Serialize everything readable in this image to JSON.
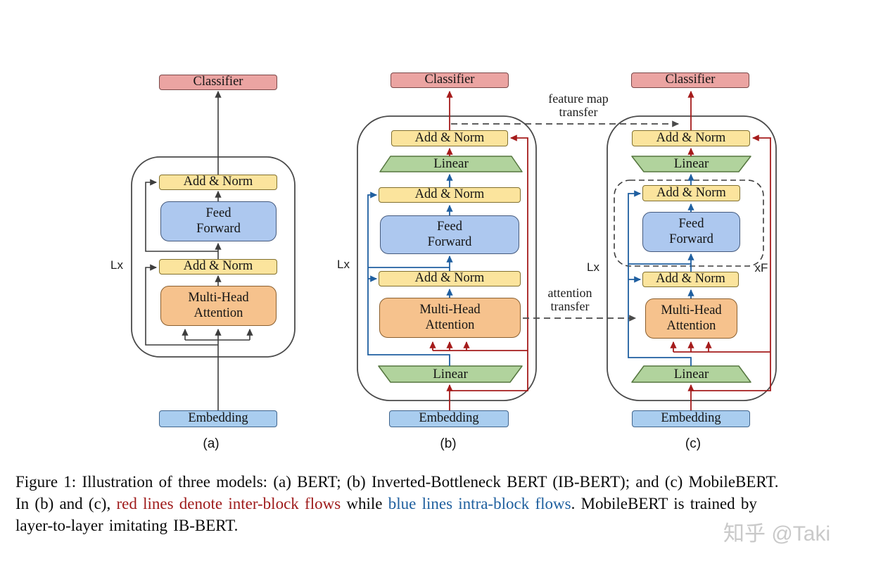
{
  "figure": {
    "panels": {
      "a": {
        "label": "(a)",
        "loop": "Lx",
        "classifier": "Classifier",
        "add_norm_top": "Add & Norm",
        "feed_forward": "Feed\nForward",
        "add_norm_bottom": "Add & Norm",
        "attention": "Multi-Head\nAttention",
        "embedding": "Embedding"
      },
      "b": {
        "label": "(b)",
        "loop": "Lx",
        "classifier": "Classifier",
        "add_norm_top": "Add & Norm",
        "linear_top": "Linear",
        "add_norm_mid": "Add & Norm",
        "feed_forward": "Feed\nForward",
        "add_norm_bottom": "Add & Norm",
        "attention": "Multi-Head\nAttention",
        "linear_bottom": "Linear",
        "embedding": "Embedding"
      },
      "c": {
        "label": "(c)",
        "loop": "Lx",
        "repeat": "xF",
        "classifier": "Classifier",
        "add_norm_top": "Add & Norm",
        "linear_top": "Linear",
        "add_norm_inner": "Add & Norm",
        "feed_forward": "Feed\nForward",
        "add_norm_bottom": "Add & Norm",
        "attention": "Multi-Head\nAttention",
        "linear_bottom": "Linear",
        "embedding": "Embedding"
      }
    },
    "transfer_labels": {
      "feature_map": "feature map\ntransfer",
      "attention": "attention\ntransfer"
    }
  },
  "caption": {
    "line1": "Figure 1: Illustration of three models: (a) BERT; (b) Inverted-Bottleneck BERT (IB-BERT); and (c) MobileBERT.",
    "line2_black1": "In (b) and (c), ",
    "line2_red": "red lines denote inter-block flows",
    "line2_black2": " while ",
    "line2_blue": "blue lines intra-block flows",
    "line2_black3": ".  MobileBERT is trained by",
    "line3": "layer-to-layer imitating IB-BERT."
  },
  "watermark": "知乎 @Taki",
  "colors": {
    "classifier_fill": "#EBA4A2",
    "classifier_stroke": "#7A4848",
    "add_norm_fill": "#FBE49D",
    "add_norm_stroke": "#81702F",
    "feed_forward_fill": "#ADC8EF",
    "feed_forward_stroke": "#455A7D",
    "attention_fill": "#F6C28D",
    "attention_stroke": "#8A5F2F",
    "linear_fill": "#B1D39D",
    "linear_stroke": "#55763F",
    "embedding_fill": "#A9CDEF",
    "embedding_stroke": "#40648C",
    "inter_block_line": "#A51C1C",
    "intra_block_line": "#1F5FA0",
    "plain_line": "#3D3D3D",
    "dashed_transfer_line": "#4A4A4A",
    "caption_red": "#9E1A1A",
    "caption_blue": "#1E5F9E"
  }
}
